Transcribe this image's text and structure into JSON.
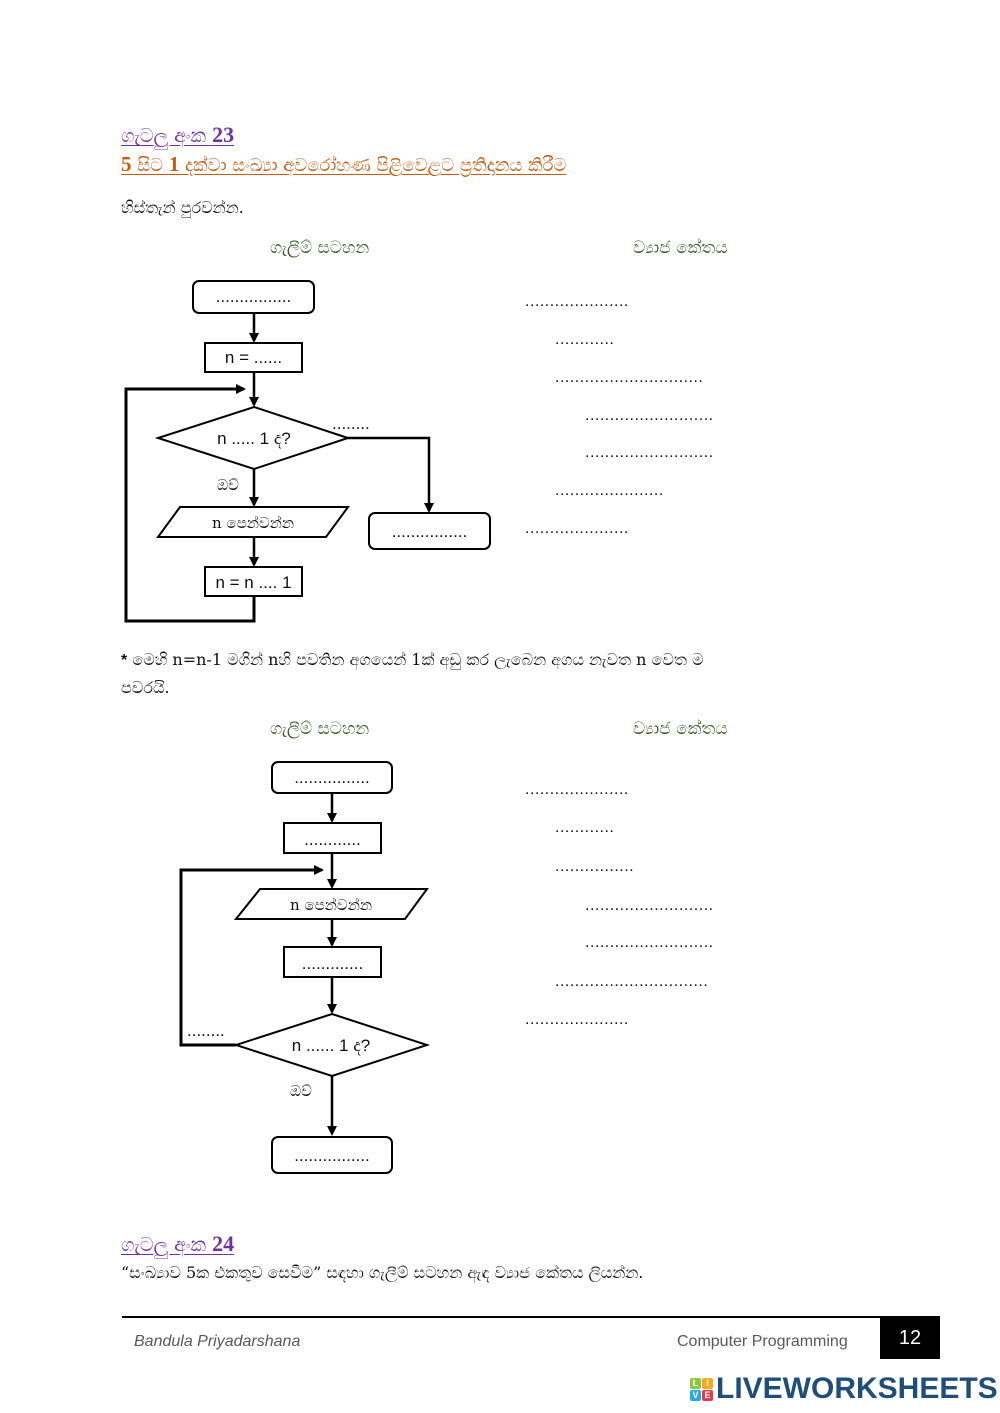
{
  "activity23": {
    "label": "ගැටලු අංක",
    "number": "23",
    "title_prefix_num1": "5",
    "title_mid1": " සිට ",
    "title_num2": "1",
    "title_rest": " දක්වා සංඛ්‍යා අවරෝහණ පිළිවෙළට ප්‍රතිදානය කිරීම",
    "instruction": "හිස්තැන් පුරවන්න."
  },
  "columns": {
    "flowchart": "ගැලීම් සටහන",
    "pseudocode": "ව්‍යාජ කේතය"
  },
  "flowchart1": {
    "start": "................",
    "init": "n = ......",
    "decision": "n ..... 1 ද?",
    "no_label": "........",
    "yes_label": "ඔව්",
    "output": "n පෙන්වන්න",
    "update": "n = n .... 1",
    "end": "................"
  },
  "pseudocode1": [
    ".....................",
    "............",
    "..............................",
    "..........................",
    "..........................",
    "......................",
    "....................."
  ],
  "note": {
    "star": "*",
    "line1": "මෙහි n=n-1 මගින් nහි පවතින අගයෙන් 1ක් අඩු කර ලැබෙන අගය නැවත n වෙත ම",
    "line2": "පවරයි."
  },
  "flowchart2": {
    "start": "................",
    "init": "............",
    "output": "n පෙන්වන්න",
    "update": ".............",
    "decision": "n ...... 1 ද?",
    "no_label": "........",
    "yes_label": "ඔව්",
    "end": "................"
  },
  "pseudocode2": [
    ".....................",
    "............",
    "................",
    "..........................",
    "..........................",
    "...............................",
    "....................."
  ],
  "activity24": {
    "label": "ගැටලු අංක",
    "number": "24",
    "instruction": "“සංඛ්‍යාව 5ක එකතුව සෙවීම” සඳහා ගැලීම් සටහන ඇඳ ව්‍යාජ කේතය ලියන්න."
  },
  "footer": {
    "author": "Bandula Priyadarshana",
    "course": "Computer Programming",
    "page_number": "12"
  },
  "watermark": {
    "tiles": [
      "L",
      "I",
      "V",
      "E"
    ],
    "tile_colors": [
      "#8dc63f",
      "#f7a81b",
      "#29abe2",
      "#e8384f"
    ],
    "text": "LIVEWORKSHEETS"
  }
}
